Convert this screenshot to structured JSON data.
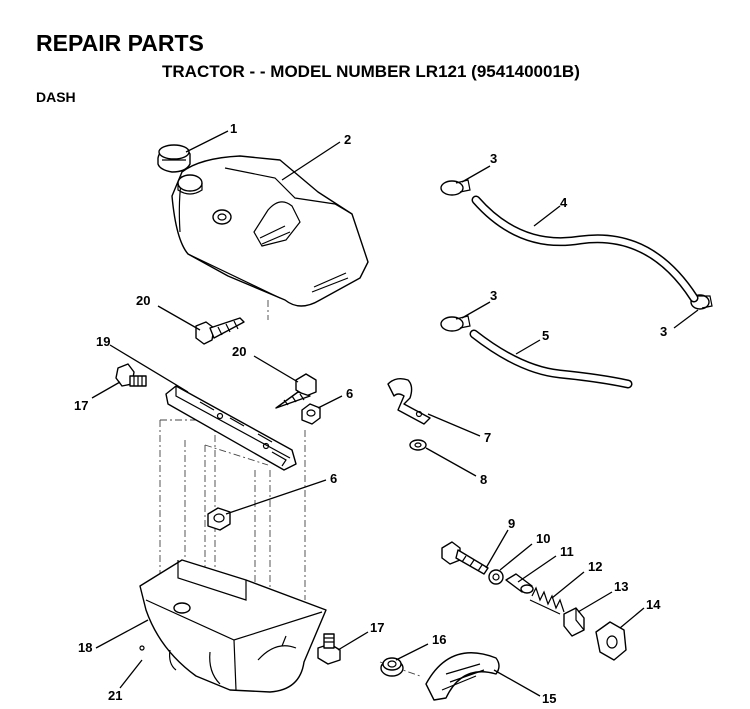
{
  "header": {
    "title": "REPAIR PARTS",
    "subtitle": "TRACTOR - - MODEL NUMBER LR121 (954140001B)",
    "section": "DASH"
  },
  "callouts": [
    "1",
    "2",
    "3",
    "4",
    "3",
    "3",
    "5",
    "19",
    "20",
    "20",
    "17",
    "6",
    "7",
    "8",
    "6",
    "9",
    "10",
    "11",
    "12",
    "13",
    "14",
    "17",
    "16",
    "18",
    "21",
    "15"
  ]
}
